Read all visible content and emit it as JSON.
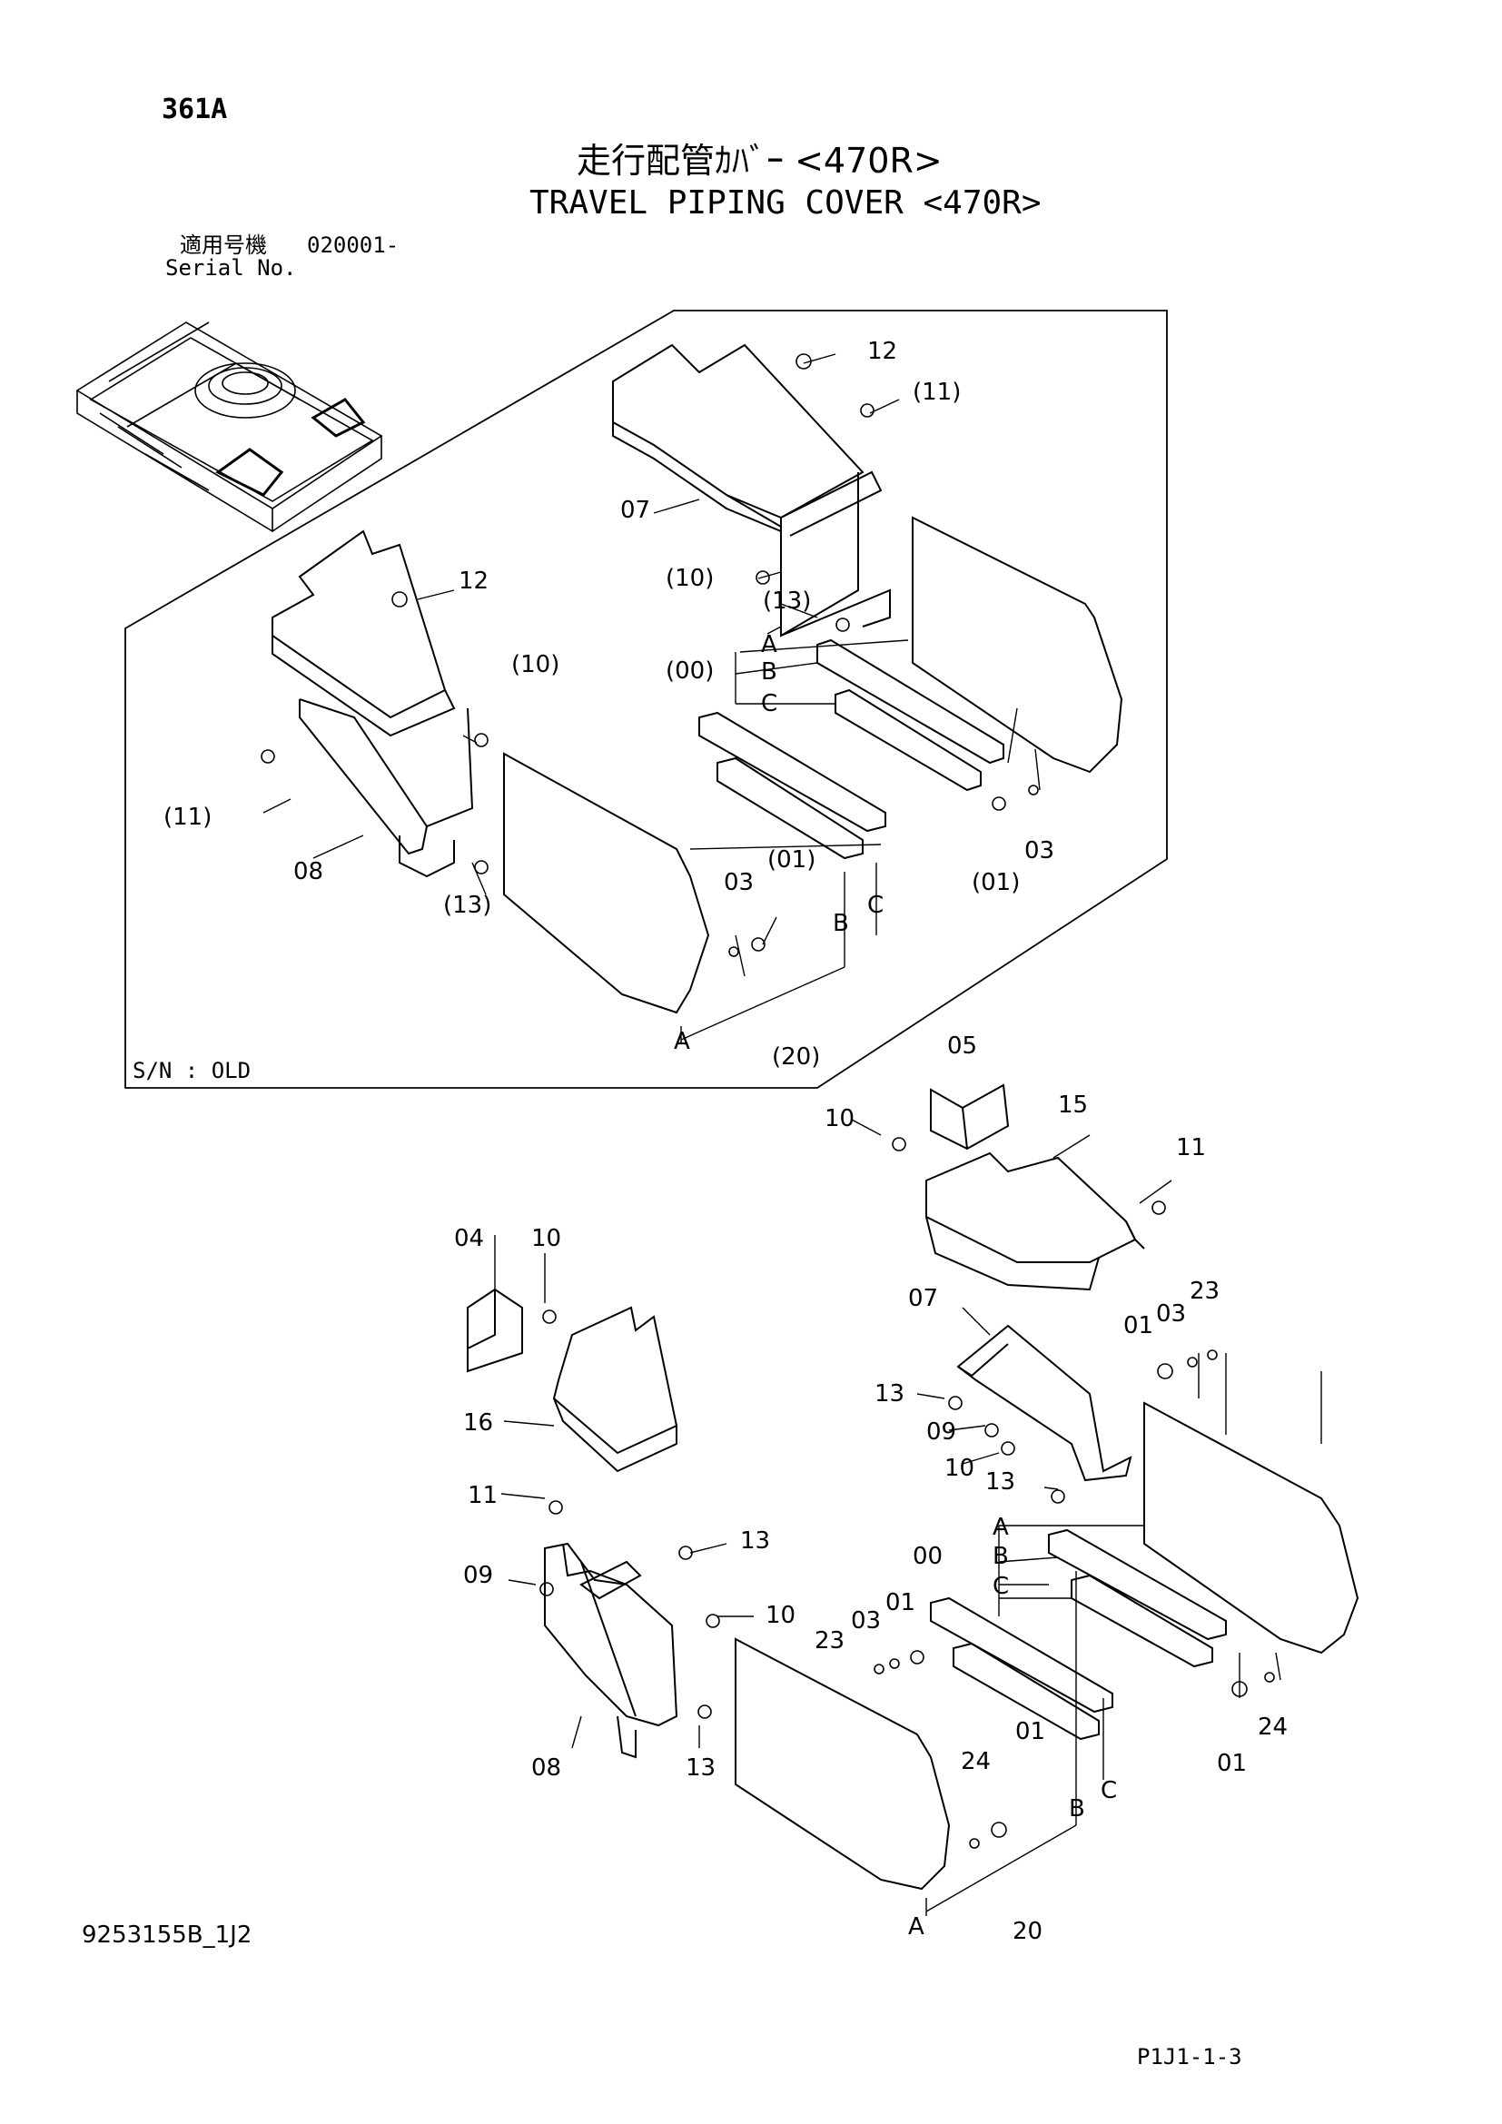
{
  "header": {
    "page_number": "361A",
    "title_jp": "走行配管ｶﾊﾞｰ <470R>",
    "title_en": "TRAVEL PIPING COVER <470R>",
    "serial_label_jp": "適用号機",
    "serial_value": "020001-",
    "serial_label_en": "Serial No."
  },
  "old_frame": {
    "label": "S/N : OLD",
    "callouts": [
      "12",
      "(11)",
      "07",
      "(10)",
      "(13)",
      "A",
      "(00)",
      "B",
      "C",
      "03",
      "(01)",
      "12",
      "(10)",
      "(11)",
      "08",
      "(13)",
      "03",
      "(01)",
      "B",
      "C",
      "A",
      "(20)"
    ]
  },
  "new_assembly": {
    "callouts": [
      "05",
      "10",
      "15",
      "11",
      "04",
      "10",
      "16",
      "11",
      "07",
      "13",
      "09",
      "10",
      "13",
      "01",
      "03",
      "23",
      "A",
      "00",
      "B",
      "C",
      "09",
      "13",
      "10",
      "23",
      "03",
      "01",
      "13",
      "08",
      "01",
      "24",
      "24",
      "01",
      "B",
      "C",
      "A",
      "20"
    ]
  },
  "footer": {
    "doc_code": "9253155B_1J2",
    "page_code": "P1J1-1-3"
  }
}
